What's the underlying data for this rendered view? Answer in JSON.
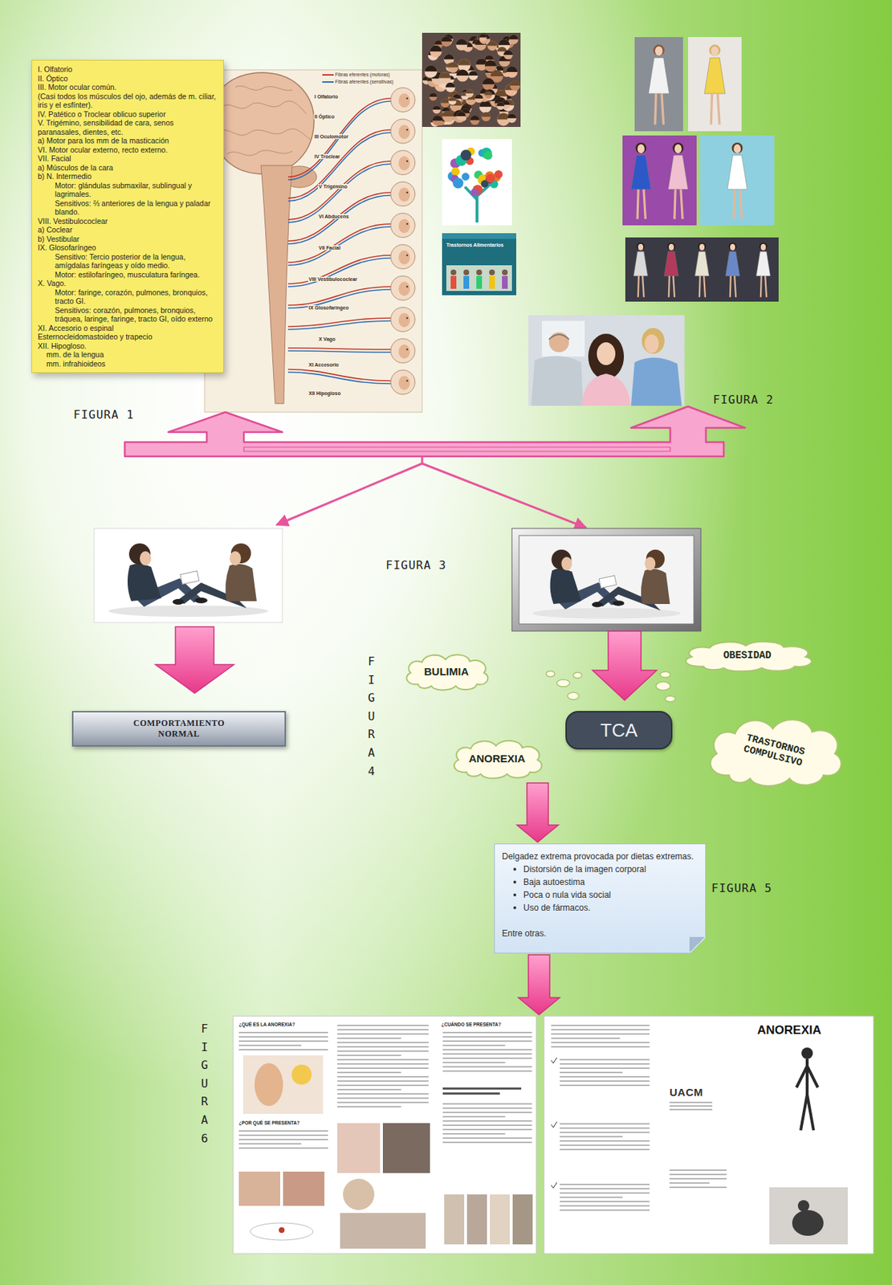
{
  "diagram": {
    "nodes": [
      {
        "text": [
          "I. Olfatorio",
          "II. Óptico",
          "III. Motor ocular común.",
          "(Casi todos los músculos del ojo, además de m. ciliar, iris y el esfínter).",
          "IV. Patético o Troclear oblicuo superior",
          "V. Trigémino, sensibilidad de cara, senos paranasales, dientes, etc.",
          "a) Motor para los mm de la masticación",
          "VI. Motor ocular externo, recto externo.",
          "VII. Facial",
          "a) Músculos de la cara",
          "b) N. Intermedio",
          "Motor: glándulas submaxilar, sublingual y lagrimales.",
          "Sensitivos: ⅔ anteriores de la lengua y paladar blando.",
          "VIII. Vestibulococlear",
          "a) Coclear",
          "b) Vestibular",
          "IX. Glosofaríngeo",
          "Sensitivo: Tercio posterior de la lengua, amígdalas faríngeas y oído medio.",
          "Motor: estilofaríngeo, musculatura faríngea.",
          "X. Vago.",
          "Motor: faringe, corazón, pulmones, bronquios, tracto GI.",
          "Sensitivos: corazón, pulmones, bronquios, tráquea, laringe, faringe, tracto GI, oído externo",
          "XI. Accesorio o espinal",
          "Esternocleidomastoideo y trapecio",
          "XII. Hipogloso.",
          "mm. de la lengua",
          "mm. infrahioideos"
        ]
      },
      {
        "text": [
          "COMPORTAMIENTO NORMAL"
        ]
      },
      {
        "text": [
          "BULIMIA"
        ]
      },
      {
        "text": [
          "OBESIDAD"
        ]
      },
      {
        "text": [
          "TCA"
        ]
      },
      {
        "text": [
          "TRASTORNOS COMPULSIVO"
        ]
      },
      {
        "text": [
          "ANOREXIA"
        ]
      },
      {
        "text": [
          "Delgadez extrema provocada por dietas extremas.",
          "Distorsión de la imagen corporal",
          "Baja autoestima",
          "Poca o nula vida social",
          "Uso de fármacos.",
          "Entre otras."
        ]
      },
      {
        "text": [
          "¿QUÉ ES LA ANOREXIA?",
          "¿POR QUÉ SE PRESENTA?",
          "¿CUÁNDO SE PRESENTA?",
          "UACM",
          "ANOREXIA"
        ]
      }
    ],
    "edges": [
      {
        "from": 6,
        "to": 7,
        "arrow": "to"
      },
      {
        "from": 7,
        "to": 8,
        "arrow": "to"
      }
    ],
    "labels": [
      "FIGURA 1",
      "FIGURA 2",
      "FIGURA 3",
      "FIGURA 4",
      "FIGURA 5",
      "FIGURA 6",
      "I Olfatorio",
      "II Óptico",
      "III Oculomotor",
      "IV Troclear",
      "V Trigémino",
      "VI Abducens",
      "VII Facial",
      "VIII Vestibulococlear",
      "IX Glosofaríngeo",
      "X Vago",
      "XI Accesorio",
      "XII Hipogloso",
      "Trastornos Alimentarios"
    ],
    "legend": [
      {
        "text": "Fibras eferentes (motoras)"
      },
      {
        "text": "Fibras aferentes (sensitivas)"
      }
    ]
  }
}
